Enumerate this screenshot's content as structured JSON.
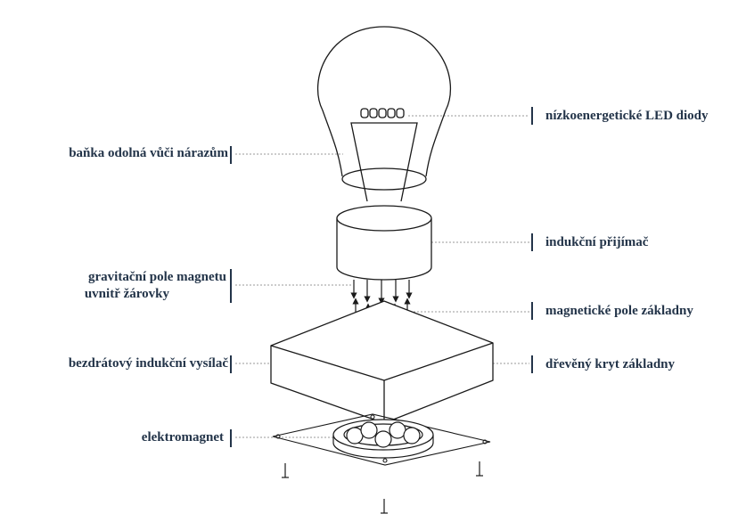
{
  "colors": {
    "label": "#233449",
    "line": "#1a1a1a",
    "leader": "#9a9a9a",
    "background": "#ffffff"
  },
  "labels": {
    "bulb_shell": "baňka odolná vůči nárazům",
    "led": "nízkoenergetické LED diody",
    "receiver": "indukční přijímač",
    "gravity_line1": "gravitační pole magnetu",
    "gravity_line2": "uvnitř žárovky",
    "magnetic_field": "magnetické pole základny",
    "transmitter": "bezdrátový indukční vysílač",
    "wood_cover": "dřevěný kryt základny",
    "electromagnet": "elektromagnet"
  }
}
